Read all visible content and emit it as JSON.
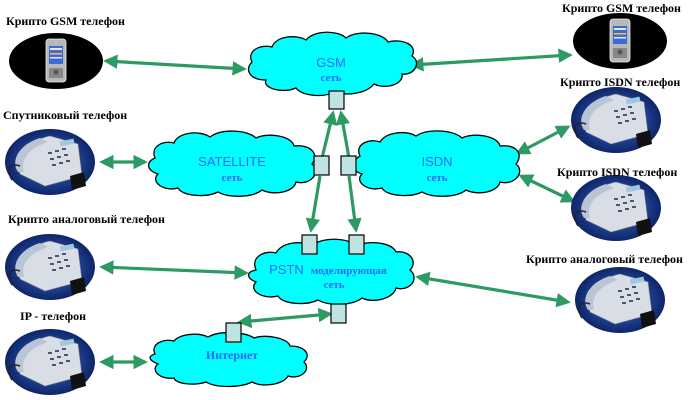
{
  "diagram": {
    "networks": [
      {
        "id": "gsm",
        "title": "GSM",
        "subtitle": "сеть"
      },
      {
        "id": "satellite",
        "title": "SATELLITE",
        "subtitle": "сеть"
      },
      {
        "id": "isdn",
        "title": "ISDN",
        "subtitle": "сеть"
      },
      {
        "id": "pstn",
        "title": "PSTN",
        "title_suffix": "моделирующая",
        "subtitle": "сеть"
      },
      {
        "id": "internet",
        "title": "Интернет",
        "subtitle": ""
      }
    ],
    "devices": [
      {
        "id": "gsm-left",
        "label": "Крипто GSM телефон",
        "type": "mobile"
      },
      {
        "id": "gsm-right",
        "label": "Крипто GSM телефон",
        "type": "mobile"
      },
      {
        "id": "satellite-phone",
        "label": "Спутниковый телефон",
        "type": "desk-phone"
      },
      {
        "id": "isdn-1",
        "label": "Крипто ISDN телефон",
        "type": "desk-phone"
      },
      {
        "id": "isdn-2",
        "label": "Крипто ISDN телефон",
        "type": "desk-phone"
      },
      {
        "id": "analog-left",
        "label": "Крипто аналоговый телефон",
        "type": "desk-phone"
      },
      {
        "id": "analog-right",
        "label": "Крипто аналоговый телефон",
        "type": "desk-phone"
      },
      {
        "id": "ip-phone",
        "label": "IP - телефон",
        "type": "desk-phone"
      }
    ],
    "connections": [
      {
        "from": "gsm-left",
        "to": "gsm",
        "bidirectional": true
      },
      {
        "from": "gsm",
        "to": "gsm-right",
        "bidirectional": true
      },
      {
        "from": "satellite-phone",
        "to": "satellite",
        "bidirectional": true
      },
      {
        "from": "isdn",
        "to": "isdn-1",
        "bidirectional": true
      },
      {
        "from": "isdn",
        "to": "isdn-2",
        "bidirectional": true
      },
      {
        "from": "analog-left",
        "to": "pstn",
        "bidirectional": true
      },
      {
        "from": "pstn",
        "to": "analog-right",
        "bidirectional": true
      },
      {
        "from": "ip-phone",
        "to": "internet",
        "bidirectional": true
      },
      {
        "from": "satellite",
        "to": "gsm",
        "via": "gateway"
      },
      {
        "from": "isdn",
        "to": "gsm",
        "via": "gateway"
      },
      {
        "from": "satellite",
        "to": "pstn",
        "via": "gateway"
      },
      {
        "from": "isdn",
        "to": "pstn",
        "via": "gateway"
      },
      {
        "from": "pstn",
        "to": "internet",
        "via": "gateway",
        "bidirectional": true
      }
    ],
    "colors": {
      "cloud": "#00ffff",
      "gateway": "#bfe2e2",
      "link": "#2e9a63",
      "network_text": "#3366ff"
    }
  }
}
